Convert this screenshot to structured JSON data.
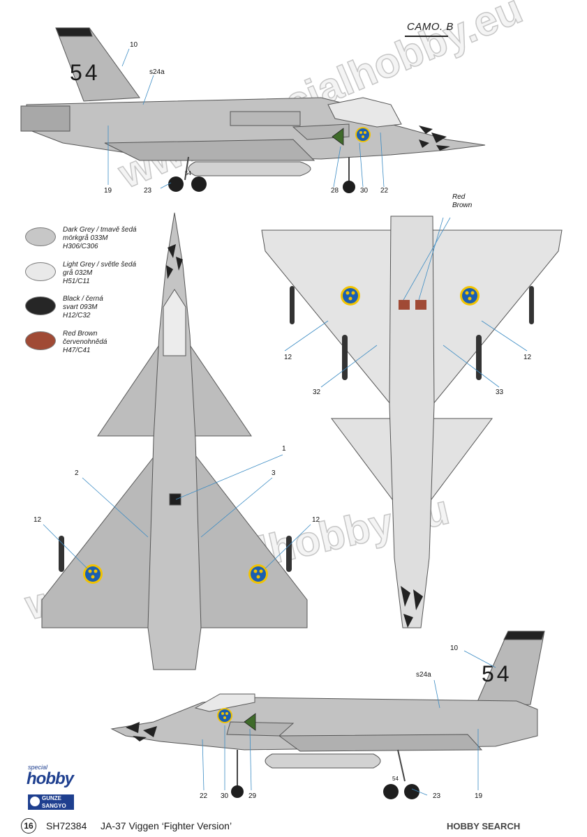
{
  "camo_label": "CAMO. B",
  "watermark": "www.specialhobby.eu",
  "legend": [
    {
      "color": "#c7c7c7",
      "lines": [
        "Dark Grey / tmavě šedá",
        "mörkgrå 033M",
        "H306/C306"
      ]
    },
    {
      "color": "#e9e9e9",
      "lines": [
        "Light Grey / světle šedá",
        "grå 032M",
        "H51/C11"
      ]
    },
    {
      "color": "#262626",
      "lines": [
        "Black / černá",
        "svart 093M",
        "H12/C32"
      ]
    },
    {
      "color": "#a04a35",
      "lines": [
        "Red Brown",
        "červenohnědá",
        "H47/C41"
      ]
    }
  ],
  "callouts": {
    "top_side": {
      "c10": "10",
      "s24a": "s24a",
      "c19": "19",
      "c23": "23",
      "c28": "28",
      "c30": "30",
      "c22": "22",
      "tail_code": "54",
      "gear_code": "54"
    },
    "under": {
      "red_brown_1": "Red",
      "red_brown_2": "Brown",
      "c12l": "12",
      "c12r": "12",
      "c32": "32",
      "c33": "33"
    },
    "plan": {
      "c1": "1",
      "c2": "2",
      "c3": "3",
      "c12l": "12",
      "c12r": "12"
    },
    "bottom_side": {
      "c10": "10",
      "s24a": "s24a",
      "c22": "22",
      "c30": "30",
      "c29": "29",
      "c23": "23",
      "c19": "19",
      "tail_code": "54",
      "gear_code": "54"
    }
  },
  "brand": {
    "special": "special",
    "hobby": "hobby",
    "gunze_1": "GUNZE",
    "gunze_2": "SANGYO"
  },
  "footer": {
    "page_number": "16",
    "code": "SH72384",
    "title": "JA-37 Viggen ‘Fighter Version’"
  },
  "credit": "HOBBY SEARCH"
}
